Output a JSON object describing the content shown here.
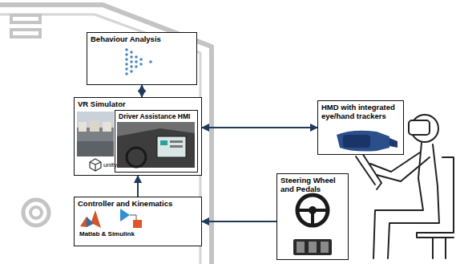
{
  "diagram": {
    "nodes": [
      {
        "text": [
          "Behaviour Analysis"
        ]
      },
      {
        "text": [
          "VR Simulator"
        ]
      },
      {
        "text": [
          "Driver Assistance HMI"
        ],
        "in": 1
      },
      {
        "text": [
          "Controller and Kinematics"
        ]
      },
      {
        "text": [
          "HMD with integrated eye/hand trackers"
        ]
      },
      {
        "text": [
          "Steering Wheel and Pedals"
        ]
      }
    ],
    "edges": [
      {
        "from": 0,
        "to": 1,
        "arrow": "both"
      },
      {
        "from": 3,
        "to": 1,
        "arrow": "to"
      },
      {
        "from": 1,
        "to": 4,
        "arrow": "both"
      },
      {
        "from": 5,
        "to": 3,
        "arrow": "to"
      }
    ],
    "labels": [
      "unity",
      "Matlab & Simulink"
    ]
  }
}
